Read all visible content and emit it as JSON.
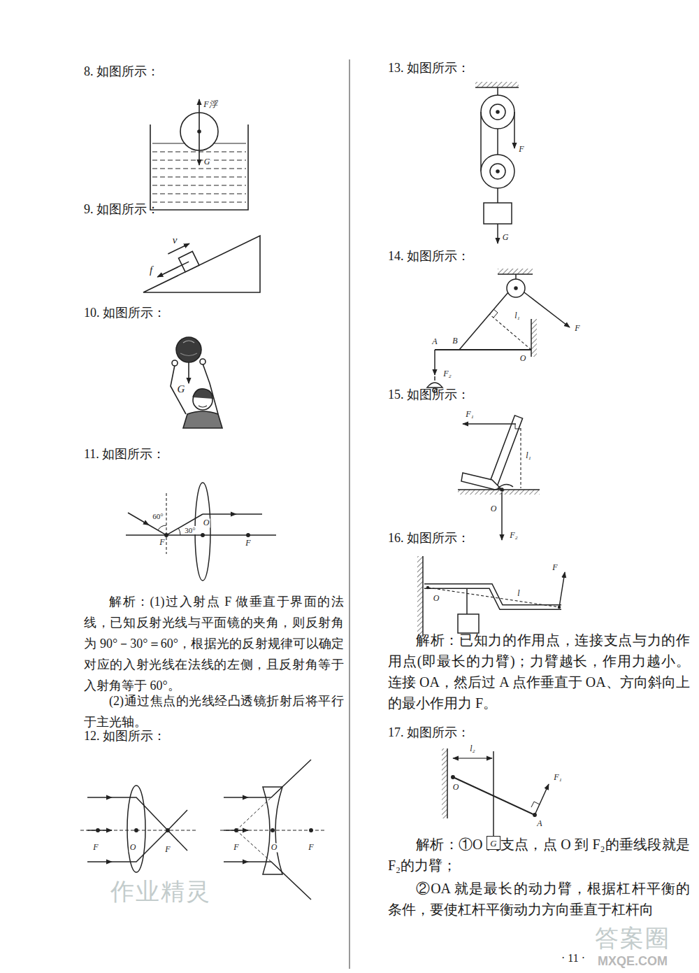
{
  "diagram": {
    "nodes": [
      {
        "text": [
          "G"
        ]
      }
    ],
    "labels": [
      "8. 如图所示：",
      "F浮",
      "G",
      "9. 如图所示：",
      "v",
      "f",
      "10. 如图所示：",
      "G",
      "11. 如图所示：",
      "60°",
      "30°",
      "O",
      "F",
      "F",
      "解析：(1)过入射点 F 做垂直于界面的法线，已知反射光线与平面镜的夹角，则反射角为 90°－30°＝60°，根据光的反射规律可以确定对应的入射光线在法线的左侧，且反射角等于入射角等于 60°。",
      "(2)通过焦点的光线经凸透镜折射后将平行于主光轴。",
      "12. 如图所示：",
      "F",
      "O",
      "F",
      "F",
      "O",
      "F",
      "作业精灵",
      "13. 如图所示：",
      "F",
      "G",
      "14. 如图所示：",
      "A",
      "B",
      "l₁",
      "F",
      "F₂",
      "O",
      "15. 如图所示：",
      "F₁",
      "l₁",
      "O",
      "F₂",
      "16. 如图所示：",
      "O",
      "l",
      "F",
      "解析：已知力的作用点，连接支点与力的作用点(即最长的力臂)；力臂越长，作用力越小。连接 OA，然后过 A 点作垂直于 OA、方向斜向上的最小作用力 F。",
      "17. 如图所示：",
      "l₂",
      "O",
      "F₁",
      "A",
      "解析：①O 为支点，点 O 到 F₂的垂线段就是 F₂的力臂；",
      "②OA 就是最长的动力臂，根据杠杆平衡的条件，要使杠杆平衡动力方向垂直于杠杆向",
      "· 11 ·",
      "答案圈",
      "MXQE.COM"
    ]
  }
}
